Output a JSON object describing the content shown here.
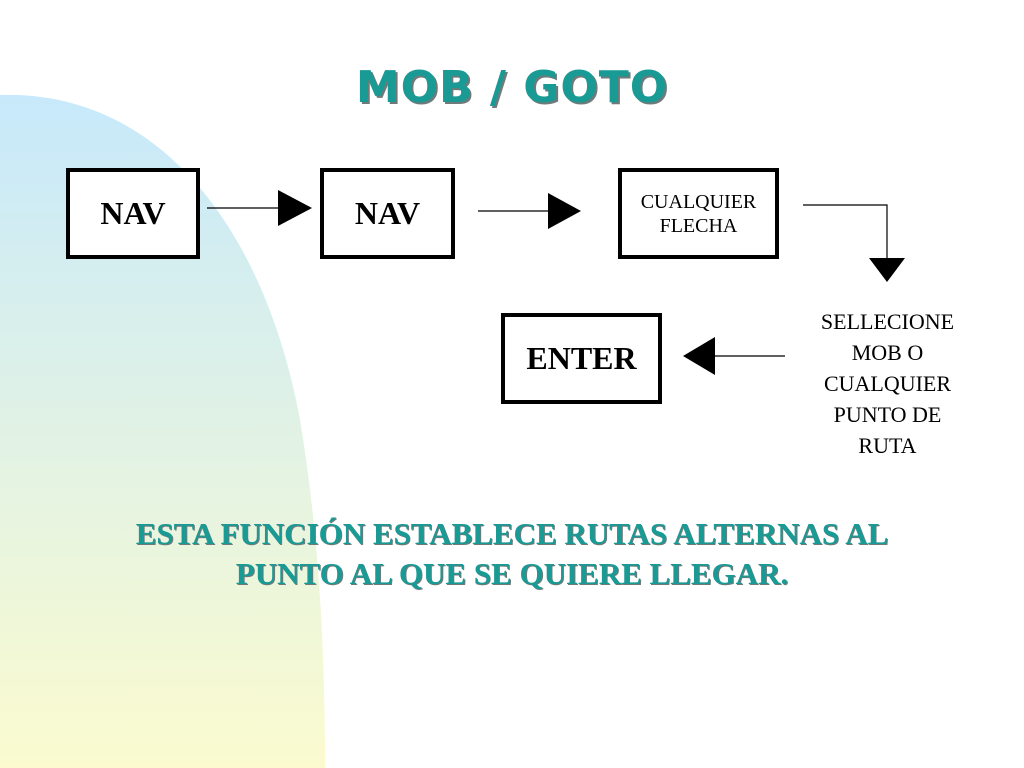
{
  "slide": {
    "title": "MOB / GOTO",
    "boxes": {
      "nav1": "NAV",
      "nav2": "NAV",
      "any_arrow": [
        "CUALQUIER",
        "FLECHA"
      ],
      "enter": "ENTER"
    },
    "select_text": [
      "SELLECIONE",
      "MOB O",
      "CUALQUIER",
      "PUNTO DE",
      "RUTA"
    ],
    "description": [
      "ESTA FUNCIÓN ESTABLECE RUTAS ALTERNAS AL",
      "PUNTO AL QUE SE QUIERE LLEGAR."
    ]
  },
  "colors": {
    "title": "#1a9a94",
    "shadow": "#6f7a7a",
    "blob_top": "#c7e9fb",
    "blob_bottom": "#fbfbcf"
  }
}
